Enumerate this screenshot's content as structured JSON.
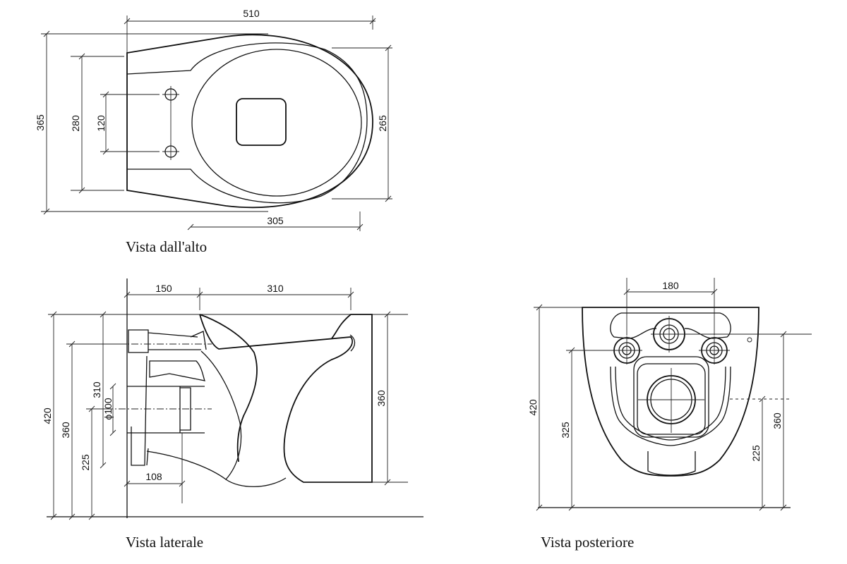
{
  "views": {
    "top": {
      "caption": "Vista dall'alto",
      "dims": {
        "length": "510",
        "width": "365",
        "fix_span": "280",
        "hole_span": "120",
        "seat_width": "265",
        "bowl_length": "305"
      }
    },
    "side": {
      "caption": "Vista laterale",
      "dims": {
        "rear": "150",
        "bowl": "310",
        "height": "420",
        "h360": "360",
        "h310": "310",
        "outlet_dia": "ϕ100",
        "h225": "225",
        "h108": "108",
        "front_h": "360"
      }
    },
    "rear": {
      "caption": "Vista posteriore",
      "dims": {
        "bolt_span": "180",
        "height": "420",
        "h325": "325",
        "h360": "360",
        "h225": "225"
      }
    }
  }
}
